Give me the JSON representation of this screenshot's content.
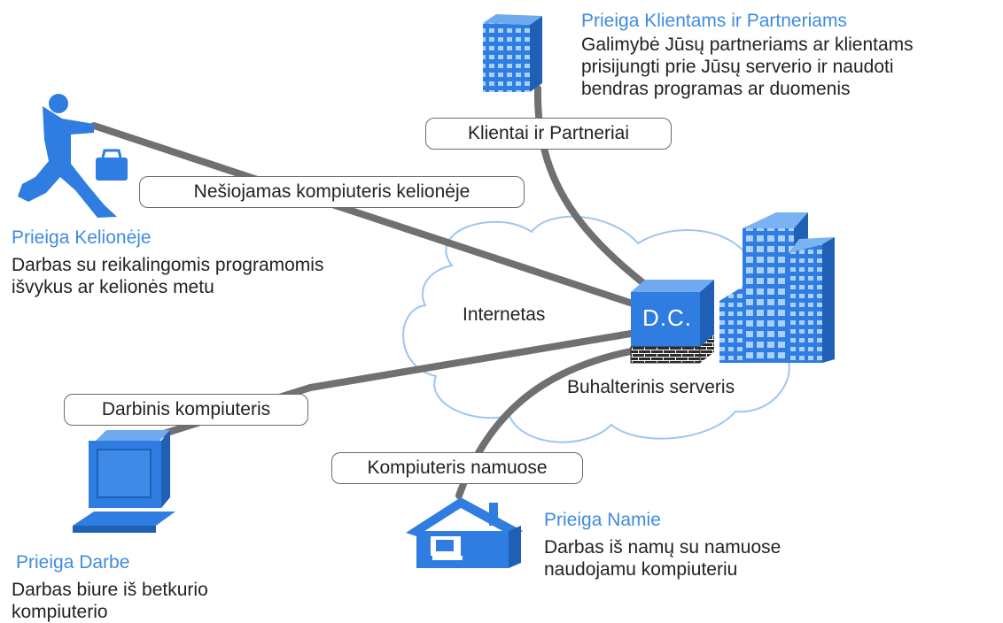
{
  "colors": {
    "accent": "#3f8be0",
    "line": "#707070",
    "text": "#222222"
  },
  "links": {
    "clients": "Klientai ir Partneriai",
    "travel": "Nešiojamas kompiuteris kelionėje",
    "work": "Darbinis kompiuteris",
    "home": "Kompiuteris namuose"
  },
  "cloud": {
    "internet": "Internetas",
    "server": "Buhalterinis serveris"
  },
  "dc_label": "D.C.",
  "clients_block": {
    "title": "Prieiga Klientams ir Partneriams",
    "lines": [
      "Galimybė Jūsų partneriams ar klientams",
      "prisijungti prie Jūsų serverio ir naudoti",
      "bendras programas ar duomenis"
    ]
  },
  "travel_block": {
    "title": "Prieiga Kelionėje",
    "lines": [
      "Darbas su reikalingomis programomis",
      "išvykus ar kelionės metu"
    ]
  },
  "work_block": {
    "title": "Prieiga Darbe",
    "lines": [
      "Darbas biure iš betkurio",
      "kompiuterio"
    ]
  },
  "home_block": {
    "title": "Prieiga Namie",
    "lines": [
      "Darbas iš namų su namuose",
      "naudojamu kompiuteriu"
    ]
  },
  "icons": [
    "traveler-icon",
    "office-building-icon",
    "server-towers-icon",
    "desktop-computer-icon",
    "home-computer-icon",
    "internet-cloud-icon",
    "firewall-icon"
  ]
}
